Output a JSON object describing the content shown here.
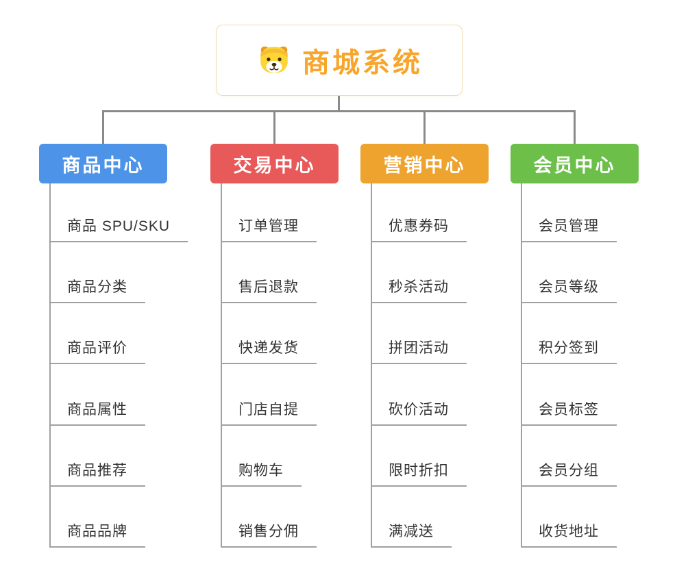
{
  "root": {
    "title": "商城系统"
  },
  "colors": {
    "connector": "#8a8a8a",
    "underline": "#a0a0a0",
    "root_title": "#f7a52b",
    "root_border": "#f0ddb4"
  },
  "branches": [
    {
      "label": "商品中心",
      "color": "#4d94e8",
      "children": [
        "商品 SPU/SKU",
        "商品分类",
        "商品评价",
        "商品属性",
        "商品推荐",
        "商品品牌"
      ]
    },
    {
      "label": "交易中心",
      "color": "#e85a5a",
      "children": [
        "订单管理",
        "售后退款",
        "快递发货",
        "门店自提",
        "购物车",
        "销售分佣"
      ]
    },
    {
      "label": "营销中心",
      "color": "#eea32f",
      "children": [
        "优惠券码",
        "秒杀活动",
        "拼团活动",
        "砍价活动",
        "限时折扣",
        "满减送"
      ]
    },
    {
      "label": "会员中心",
      "color": "#6cc04a",
      "children": [
        "会员管理",
        "会员等级",
        "积分签到",
        "会员标签",
        "会员分组",
        "收货地址"
      ]
    }
  ]
}
